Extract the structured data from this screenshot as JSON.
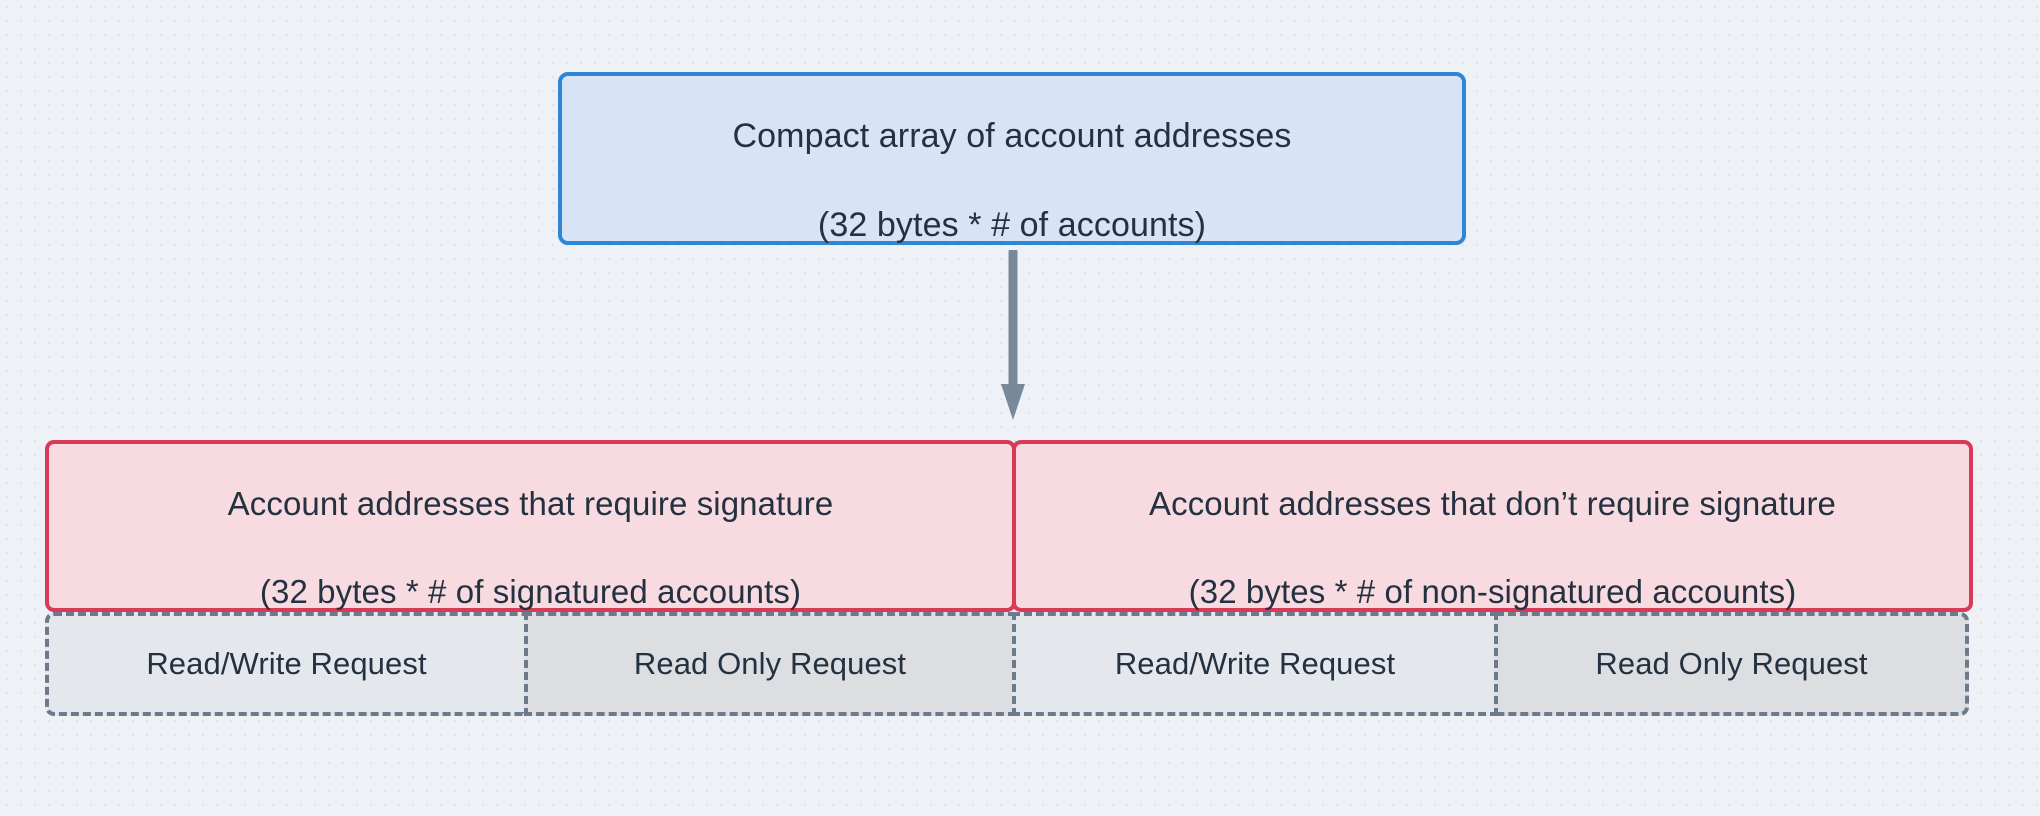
{
  "diagram": {
    "title": "Compact array of account addresses breakdown",
    "colors": {
      "background": "#eef2f6",
      "blue_fill": "#d6e4f6",
      "blue_border": "#2e86d4",
      "pink_fill": "#f8dbe1",
      "pink_border": "#d93a57",
      "gray_fill_light": "#e4e8ec",
      "gray_fill_dark": "#dcdee1",
      "gray_border": "#6b7b8c",
      "arrow": "#78899a",
      "text": "#233140"
    },
    "top_box": {
      "line1": "Compact array of account addresses",
      "line2": "(32 bytes * # of accounts)"
    },
    "arrow": {
      "direction": "down",
      "icon": "arrow-down-icon"
    },
    "pink_boxes": [
      {
        "line1": "Account addresses that require signature",
        "line2": "(32 bytes * # of signatured accounts)"
      },
      {
        "line1": "Account addresses that don’t require signature",
        "line2": "(32 bytes * # of non-signatured  accounts)"
      }
    ],
    "gray_boxes": [
      {
        "label": "Read/Write Request"
      },
      {
        "label": "Read Only Request"
      },
      {
        "label": "Read/Write Request"
      },
      {
        "label": "Read Only Request"
      }
    ]
  }
}
